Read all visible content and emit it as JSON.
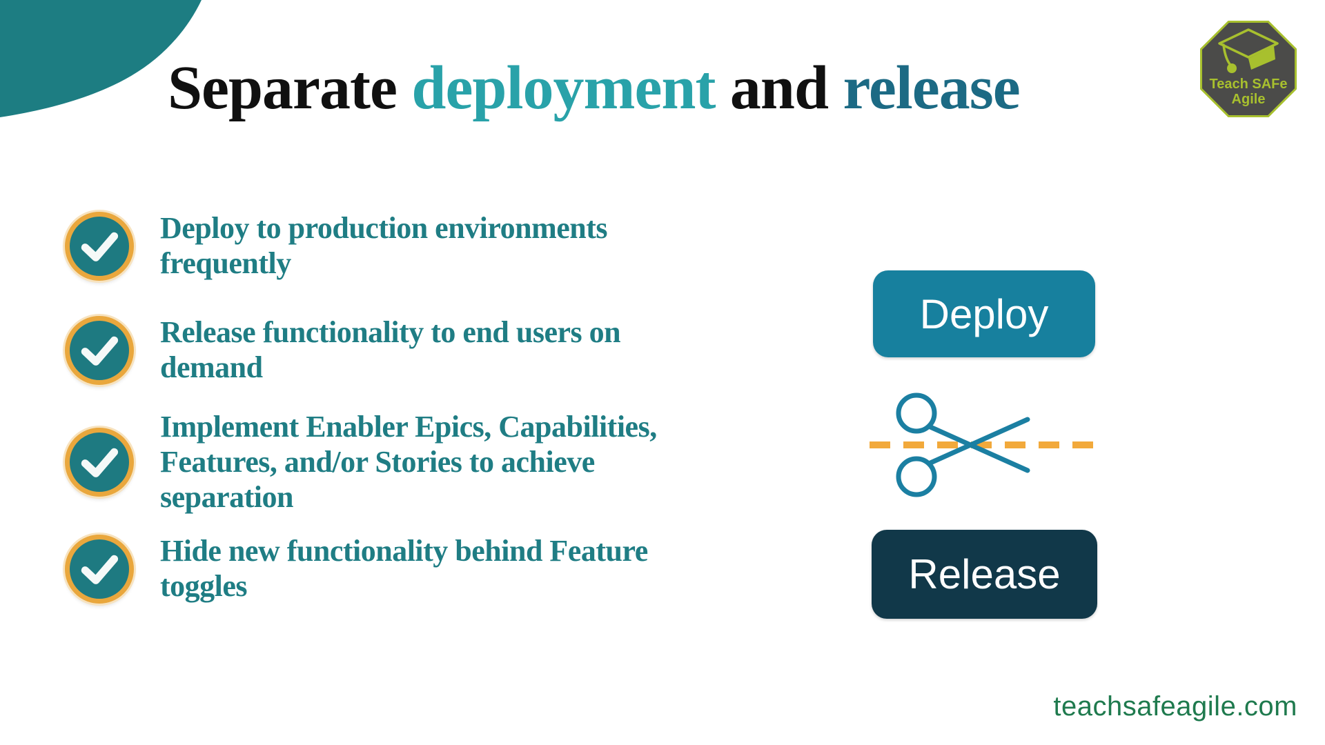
{
  "title": {
    "seg1": "Separate ",
    "seg2": "deployment",
    "seg3": " and ",
    "seg4": "release"
  },
  "logo": {
    "icon": "graduation-cap-icon",
    "line1": "Teach SAFe",
    "line2": "Agile"
  },
  "checklist": {
    "items": [
      {
        "icon": "check-icon",
        "text": "Deploy to production environments\nfrequently"
      },
      {
        "icon": "check-icon",
        "text": "Release functionality to end users on\ndemand"
      },
      {
        "icon": "check-icon",
        "text": "Implement Enabler Epics, Capabilities,\nFeatures, and/or Stories to achieve\nseparation"
      },
      {
        "icon": "check-icon",
        "text": "Hide new functionality behind Feature\ntoggles"
      }
    ]
  },
  "diagram": {
    "deploy_label": "Deploy",
    "release_label": "Release",
    "separator_icon": "scissors-icon"
  },
  "footer": {
    "website": "teachsafeagile.com"
  },
  "colors": {
    "title_black": "#101010",
    "title_teal": "#29A2A9",
    "title_dark_teal": "#1C6A84",
    "body_teal": "#1F7D84",
    "check_circle_fill": "#1E7A81",
    "check_ring_amber": "#E9A73D",
    "corner_wave_teal": "#1D7D82",
    "deploy_button": "#17809E",
    "release_button": "#113849",
    "scissors_stroke": "#1B7FA2",
    "dash_orange": "#F2A93B",
    "footer_green": "#1F7A4E",
    "logo_green": "#A8C02E",
    "logo_gray": "#4B4B49"
  }
}
